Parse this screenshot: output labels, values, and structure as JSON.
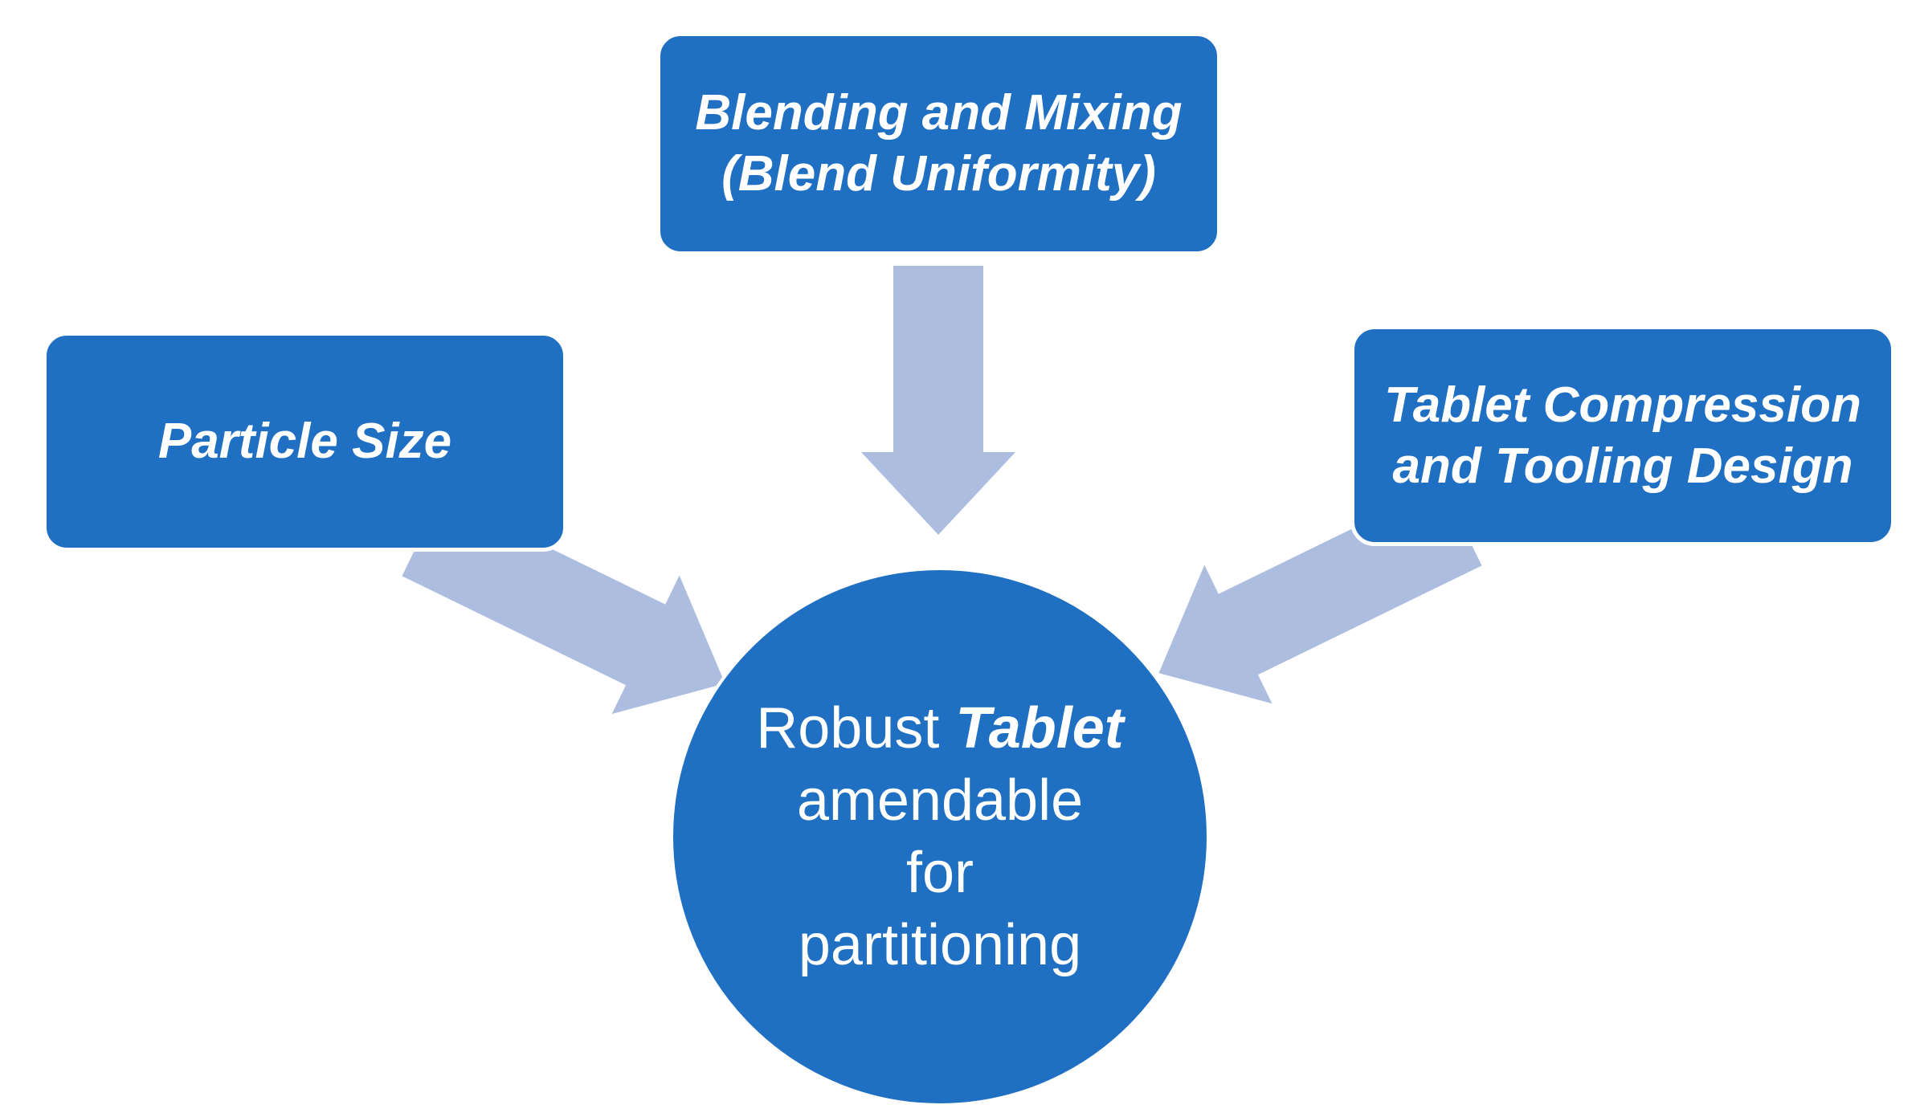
{
  "diagram": {
    "colors": {
      "node_fill": "#1f6fc3",
      "arrow_fill": "#acbddf",
      "text": "#ffffff",
      "background": "#ffffff"
    },
    "nodes": {
      "blending": {
        "line1": "Blending and Mixing",
        "line2": "(Blend Uniformity)"
      },
      "particle_size": {
        "label": "Particle Size"
      },
      "compression": {
        "line1": "Tablet Compression",
        "line2": "and Tooling Design"
      },
      "center": {
        "line1_regular": "Robust ",
        "line1_bold_italic": "Tablet",
        "line2": "amendable",
        "line3": "for",
        "line4": "partitioning"
      }
    }
  }
}
